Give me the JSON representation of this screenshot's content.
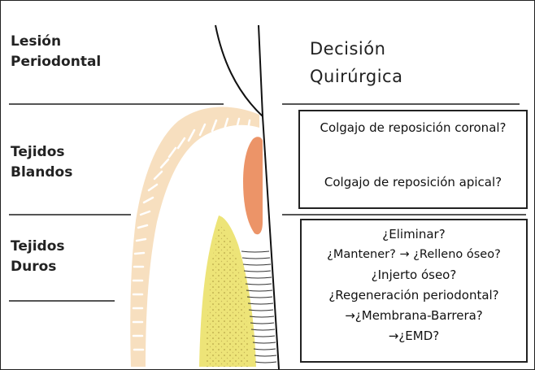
{
  "left_labels": {
    "lesion": [
      "Lesión",
      "Periodontal"
    ],
    "soft": [
      "Tejidos",
      "Blandos"
    ],
    "hard": [
      "Tejidos",
      "Duros"
    ]
  },
  "heading": [
    "Decisión",
    "Quirúrgica"
  ],
  "soft_box": {
    "line1": "Colgajo de reposición coronal?",
    "line2": "Colgajo de reposición apical?"
  },
  "hard_box": {
    "lines": [
      "¿Eliminar?",
      "¿Mantener? → ¿Relleno óseo?",
      "¿Injerto óseo?",
      "¿Regeneración periodontal?",
      "→¿Membrana-Barrera?",
      "→¿EMD?"
    ]
  },
  "colors": {
    "gingiva": "#f7dfbf",
    "inflamed": "#ec9468",
    "bone": "#ede478",
    "bone_dots": "#b9a648",
    "rules": "#555555",
    "text": "#1a1a1a"
  }
}
